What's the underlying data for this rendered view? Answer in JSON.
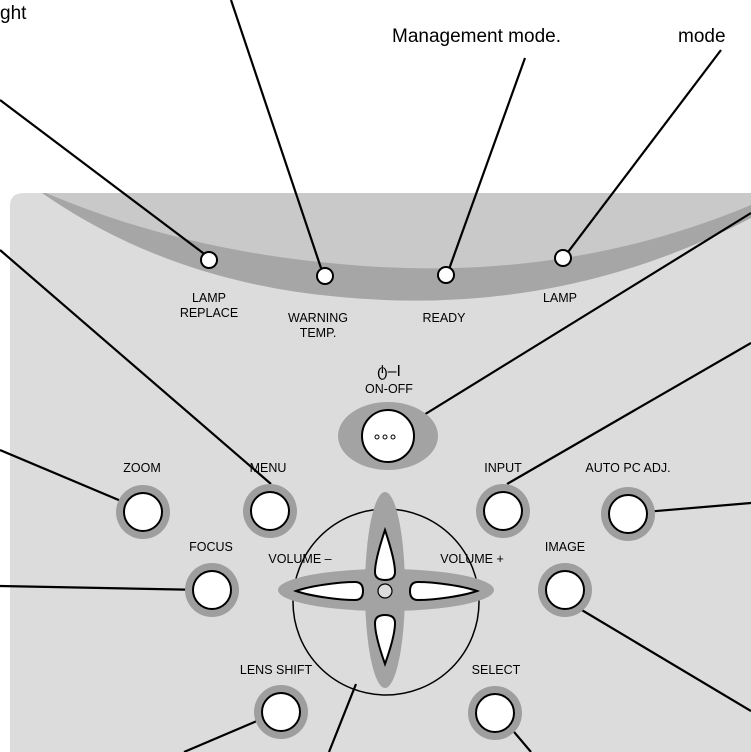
{
  "callouts": {
    "left_top": "ght",
    "center_right": "Management mode.",
    "right_top": "mode"
  },
  "labels": {
    "lamp_replace_1": "LAMP",
    "lamp_replace_2": "REPLACE",
    "warning_temp_1": "WARNING",
    "warning_temp_2": "TEMP.",
    "ready": "READY",
    "lamp": "LAMP",
    "power_symbol": "ტ–I",
    "on_off": "ON-OFF",
    "zoom": "ZOOM",
    "menu": "MENU",
    "input": "INPUT",
    "auto_pc_adj": "AUTO PC ADJ.",
    "focus": "FOCUS",
    "volume_minus": "VOLUME –",
    "volume_plus": "VOLUME +",
    "image": "IMAGE",
    "lens_shift": "LENS SHIFT",
    "select": "SELECT"
  },
  "colors": {
    "panel": "#dcdcdc",
    "arc_outer": "#a6a6a6",
    "arc_inner": "#c9c9c9",
    "button_ring": "#9e9e9e",
    "button_face": "#ffffff",
    "line": "#000000"
  }
}
